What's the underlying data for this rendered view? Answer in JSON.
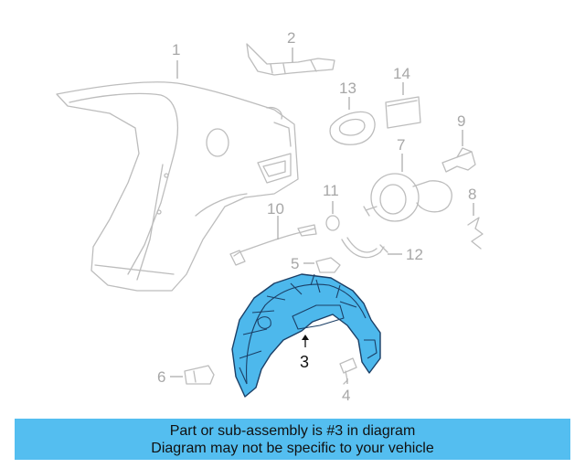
{
  "diagram": {
    "callouts": {
      "c1": "1",
      "c2": "2",
      "c3": "3",
      "c4": "4",
      "c5": "5",
      "c6": "6",
      "c7": "7",
      "c8": "8",
      "c9": "9",
      "c10": "10",
      "c11": "11",
      "c12": "12",
      "c13": "13",
      "c14": "14"
    },
    "highlighted_part": "3",
    "colors": {
      "highlight": "#4db8ec",
      "outline": "#bdbdbd",
      "banner": "#54bef0"
    }
  },
  "banner": {
    "line1": "Part or sub-assembly is #3 in diagram",
    "line2": "Diagram may not be specific to your vehicle"
  }
}
